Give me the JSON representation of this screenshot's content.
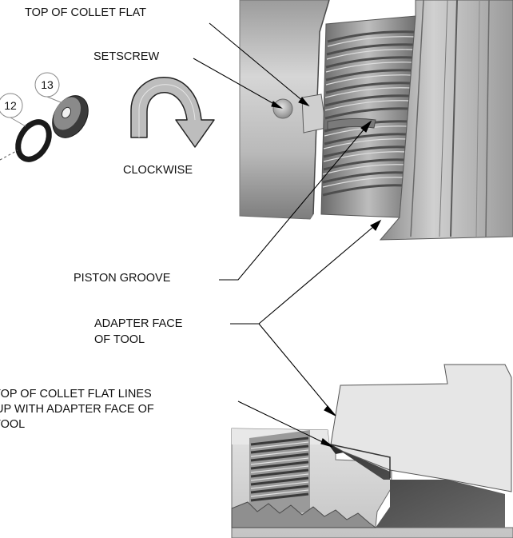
{
  "labels": {
    "top_of_collet_flat": "TOP OF COLLET FLAT",
    "setscrew": "SETSCREW",
    "clockwise": "CLOCKWISE",
    "piston_groove": "PISTON GROOVE",
    "adapter_face_line1": "ADAPTER FACE",
    "adapter_face_line2": "OF TOOL",
    "lines_up_line1": "TOP OF COLLET FLAT LINES",
    "lines_up_line2": "UP WITH ADAPTER FACE OF",
    "lines_up_line3": "TOOL"
  },
  "part_numbers": {
    "oring": "12",
    "washer": "13"
  },
  "colors": {
    "metal_light": "#d9d9d9",
    "metal_mid": "#a8a8a8",
    "metal_dark": "#5a5a5a",
    "leader": "#000000",
    "arrow_fill": "#bdbdbd"
  }
}
